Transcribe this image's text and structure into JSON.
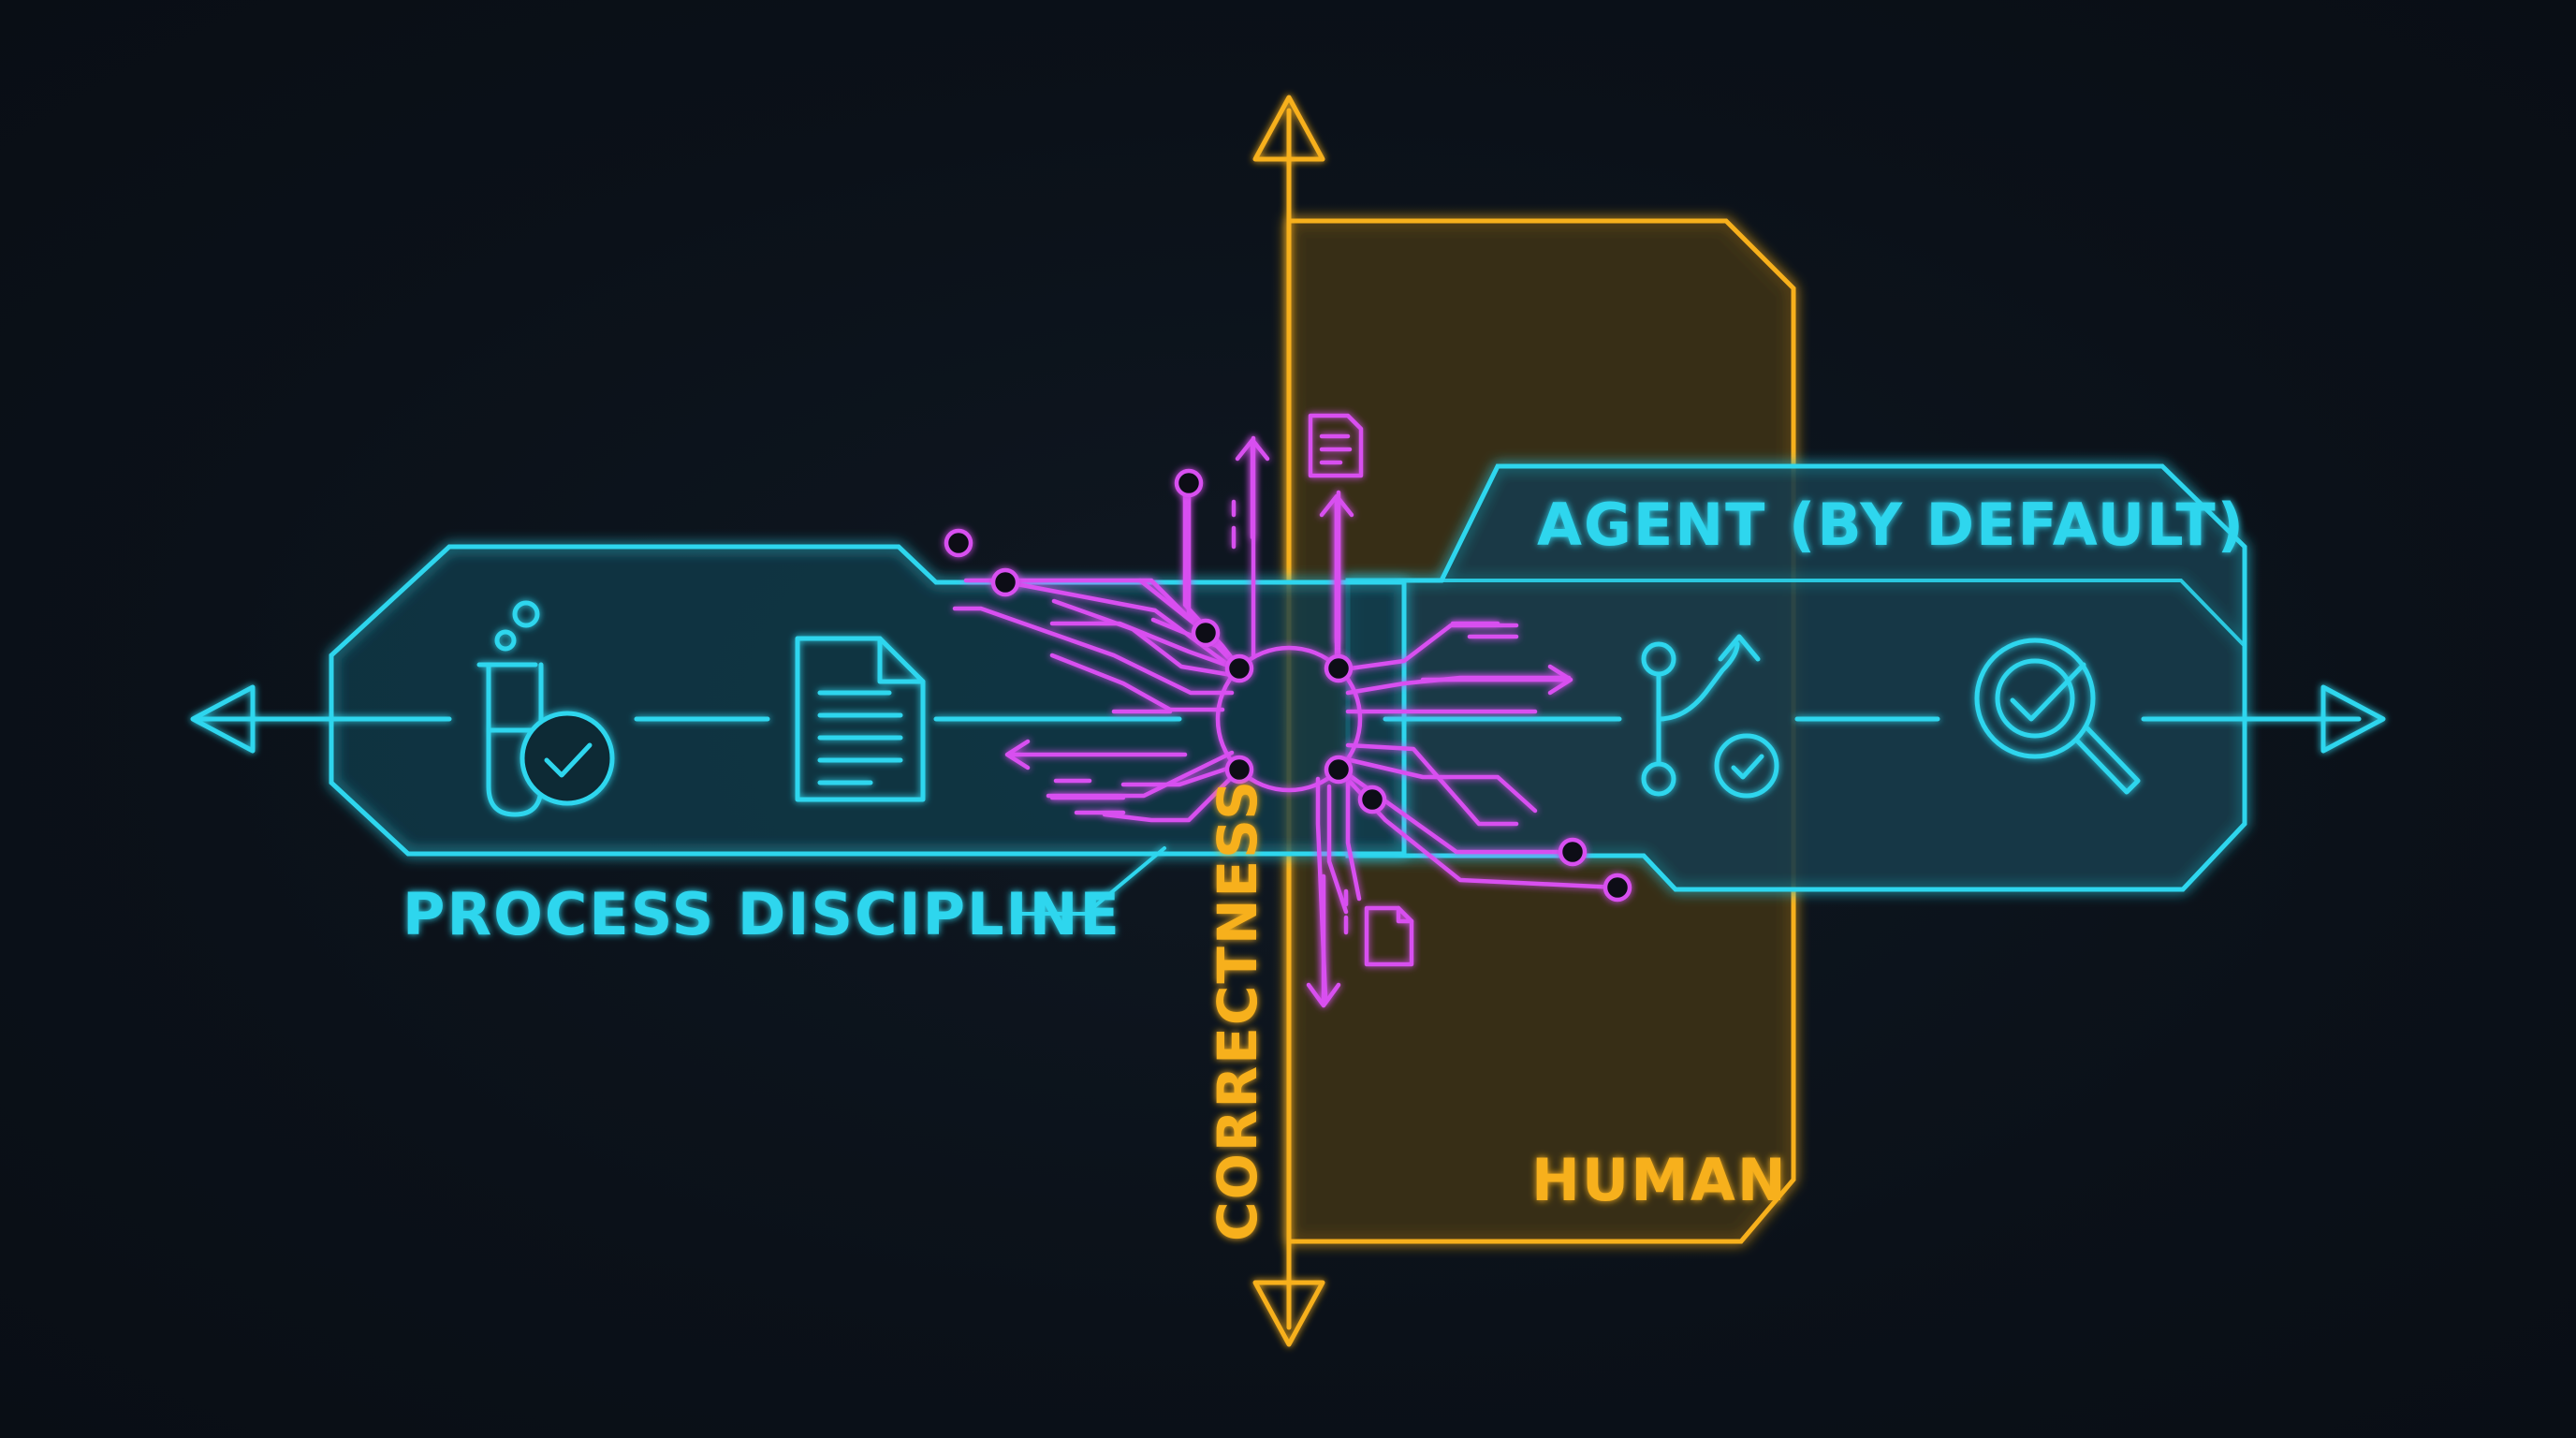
{
  "labels": {
    "agent": "AGENT (BY DEFAULT)",
    "process": "PROCESS DISCIPLINE",
    "human": "HUMAN",
    "correctness": "CORRECTNESS"
  },
  "colors": {
    "background": "#0b1119",
    "cyan": "#2fd6ee",
    "orange": "#f7b01e",
    "magenta": "#d84ff0",
    "human_fill": "#3a3018",
    "process_fill": "#143a4a"
  },
  "icons": {
    "process_band": [
      "flask-check-icon",
      "document-icon"
    ],
    "agent_band": [
      "branch-merge-check-icon",
      "magnifier-check-icon"
    ],
    "hub": [
      "circuit-hub-icon",
      "file-icon"
    ]
  }
}
